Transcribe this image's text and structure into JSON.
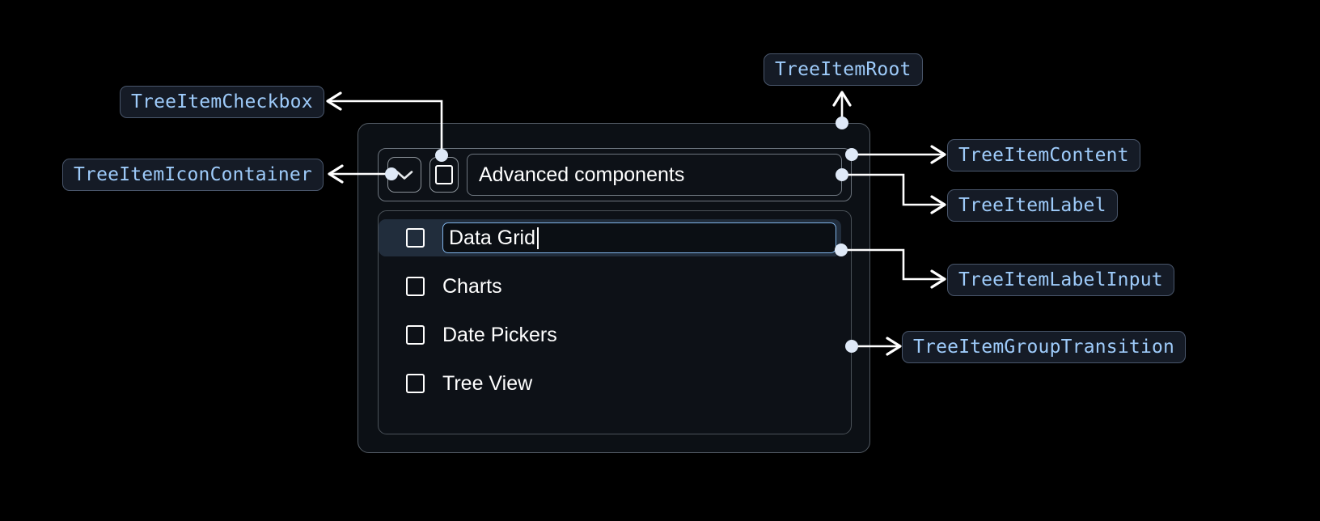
{
  "theme": {
    "page_background": "#000000",
    "pill_background": "#151b26",
    "pill_border": "#49566b",
    "pill_text": "#9ecbfa",
    "card_background": "#0c1015",
    "card_border": "#525a63",
    "selected_row_background": "#212d3c",
    "input_border": "#7fb3e8",
    "wire_color": "#ffffff",
    "dot_color": "#dfe9f7",
    "text_color": "#ffffff"
  },
  "annotations": [
    {
      "id": "tree-item-checkbox",
      "label": "TreeItemCheckbox"
    },
    {
      "id": "tree-item-icon-container",
      "label": "TreeItemIconContainer"
    },
    {
      "id": "tree-item-root",
      "label": "TreeItemRoot"
    },
    {
      "id": "tree-item-content",
      "label": "TreeItemContent"
    },
    {
      "id": "tree-item-label",
      "label": "TreeItemLabel"
    },
    {
      "id": "tree-item-label-input",
      "label": "TreeItemLabelInput"
    },
    {
      "id": "tree-item-group-transition",
      "label": "TreeItemGroupTransition"
    }
  ],
  "component": {
    "icons": {
      "expand": "chevron-down-icon",
      "checkbox": "checkbox-unchecked-icon"
    },
    "header_label": "Advanced components",
    "children": [
      {
        "label": "Data Grid",
        "checked": false,
        "editing": true,
        "selected": true
      },
      {
        "label": "Charts",
        "checked": false,
        "editing": false,
        "selected": false
      },
      {
        "label": "Date Pickers",
        "checked": false,
        "editing": false,
        "selected": false
      },
      {
        "label": "Tree View",
        "checked": false,
        "editing": false,
        "selected": false
      }
    ],
    "editing_value": "Data Grid"
  }
}
